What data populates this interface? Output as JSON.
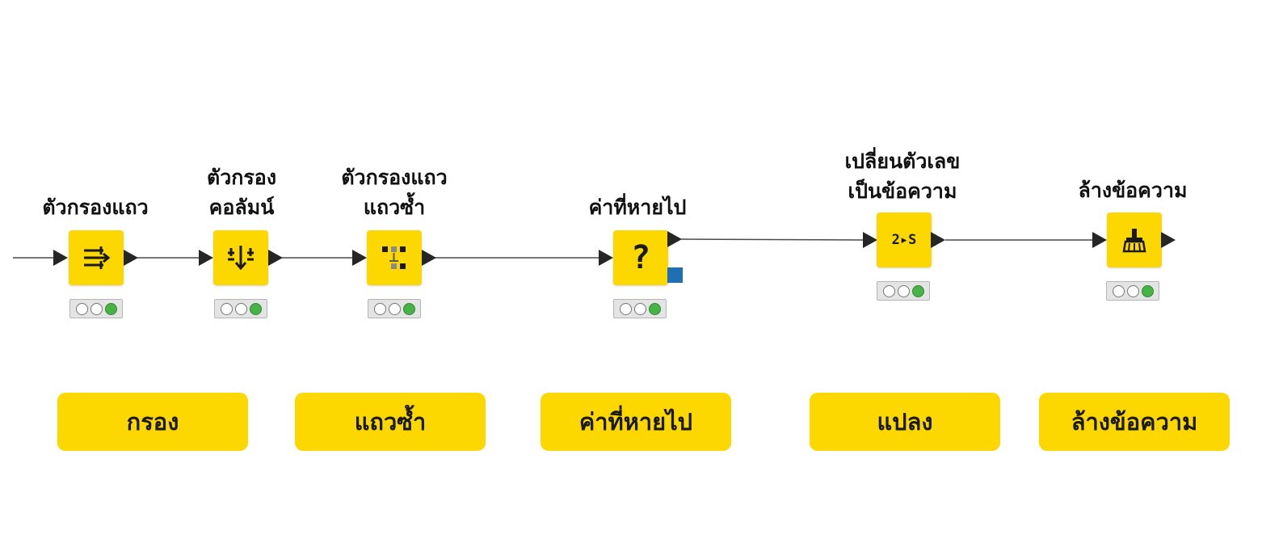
{
  "workflow": {
    "nodes": [
      {
        "title": [
          "ตัวกรองแถว"
        ],
        "icon": "row-filter-icon",
        "status": "executed"
      },
      {
        "title": [
          "ตัวกรอง",
          "คอลัมน์"
        ],
        "icon": "column-filter-icon",
        "status": "executed"
      },
      {
        "title": [
          "ตัวกรองแถว",
          "แถวซ้ำ"
        ],
        "icon": "duplicate-row-filter-icon",
        "status": "executed"
      },
      {
        "title": [
          "ค่าที่หายไป"
        ],
        "icon": "question-mark-icon",
        "icon_text": "?",
        "status": "executed"
      },
      {
        "title": [
          "เปลี่ยนตัวเลข",
          "เป็นข้อความ"
        ],
        "icon": "number-to-string-icon",
        "icon_text": "2▸S",
        "status": "executed"
      },
      {
        "title": [
          "ล้างข้อความ"
        ],
        "icon": "broom-icon",
        "status": "executed"
      }
    ]
  },
  "categories": [
    {
      "label": "กรอง"
    },
    {
      "label": "แถวซ้ำ"
    },
    {
      "label": "ค่าที่หายไป"
    },
    {
      "label": "แปลง"
    },
    {
      "label": "ล้างข้อความ"
    }
  ],
  "colors": {
    "node_fill": "#fdd800",
    "pill_fill": "#fdd800",
    "port": "#262626",
    "connection": "#4a4a4a",
    "status_green": "#47b347",
    "flow_port": "#1f6fb5"
  }
}
